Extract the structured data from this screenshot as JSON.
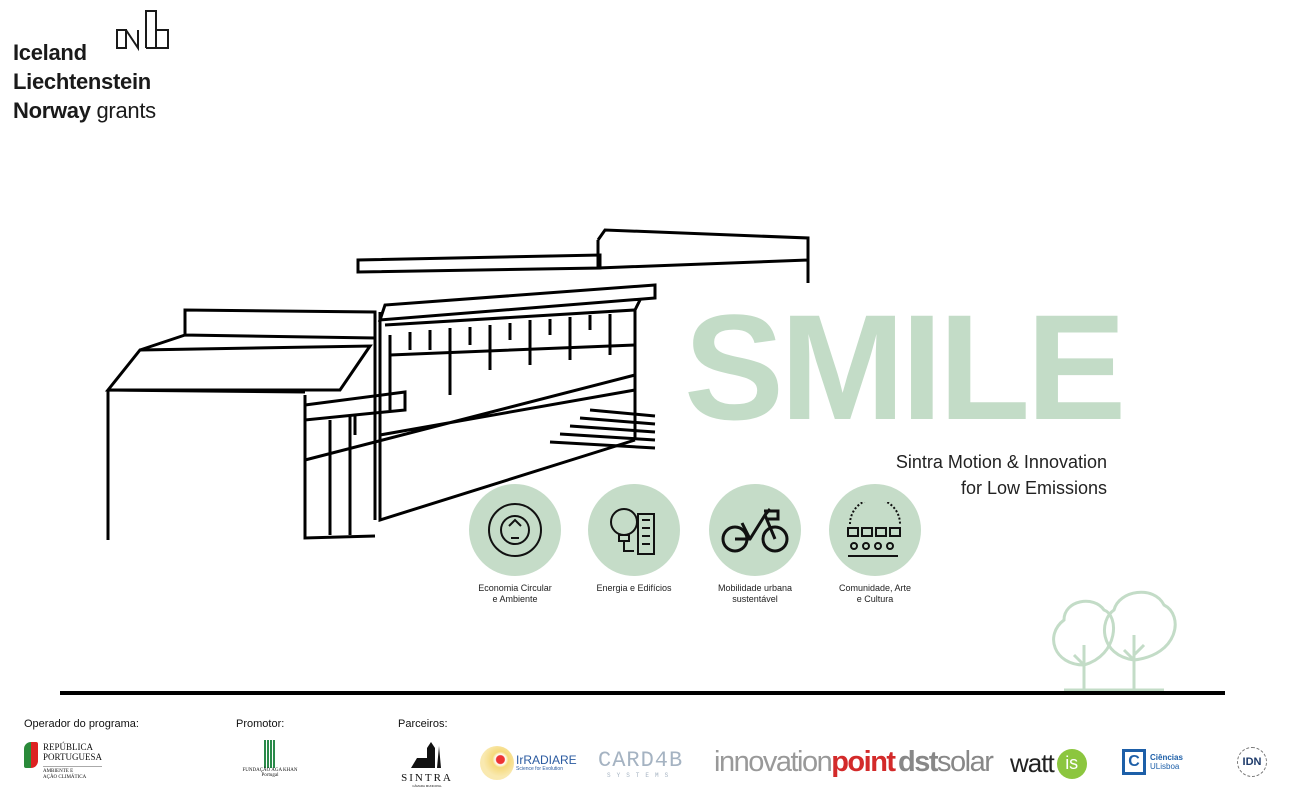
{
  "grants": {
    "line1": "Iceland",
    "line2": "Liechtenstein",
    "line3_bold": "Norway",
    "line3_light": "grants"
  },
  "project": {
    "title": "SMILE",
    "subtitle_line1": "Sintra Motion & Innovation",
    "subtitle_line2": "for Low Emissions"
  },
  "themes": [
    {
      "label1": "Economia Circular",
      "label2": "e Ambiente",
      "icon": "recycle-icon"
    },
    {
      "label1": "Energia e Edifícios",
      "label2": "",
      "icon": "energy-building-icon"
    },
    {
      "label1": "Mobilidade urbana",
      "label2": "sustentável",
      "icon": "bicycle-icon"
    },
    {
      "label1": "Comunidade, Arte",
      "label2": "e Cultura",
      "icon": "community-icon"
    }
  ],
  "colors": {
    "accent": "#c3dcc7",
    "circle": "#c5dcc8"
  },
  "footer": {
    "operator_label": "Operador do programa:",
    "promoter_label": "Promotor:",
    "partners_label": "Parceiros:",
    "operator": {
      "line1": "REPÚBLICA",
      "line2": "PORTUGUESA",
      "line3": "AMBIENTE E",
      "line4": "AÇÃO CLIMÁTICA"
    },
    "promoter": {
      "line1": "FUNDAÇÃO AGA KHAN",
      "line2": "Portugal"
    },
    "partners": {
      "sintra": "SINTRA",
      "sintra_sub": "CÂMARA MUNICIPAL",
      "irradiare": "IrRADIARE",
      "irradiare_sub": "Science for Evolution",
      "card4b": "CARD4B",
      "card4b_sub": "SYSTEMS",
      "innov_a": "innovation",
      "innov_b": "point",
      "dst_a": "dst",
      "dst_b": "solar",
      "watt_a": "watt",
      "watt_b": "is",
      "ciencias": "Ciências",
      "ulisboa": "ULisboa",
      "idn": "IDN"
    }
  }
}
